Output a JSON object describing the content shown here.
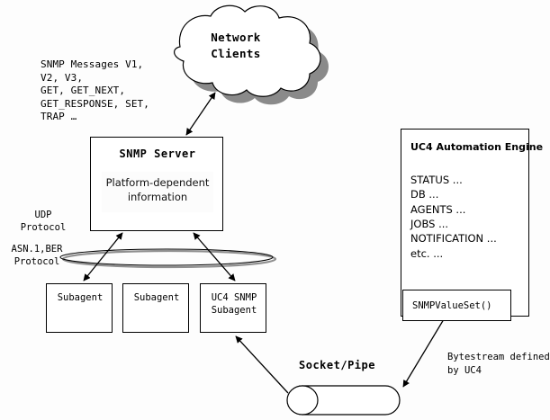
{
  "diagram": {
    "title": "SNMP Server / UC4 Automation Engine architecture",
    "background": "#fdfdfd",
    "stroke": "#000000",
    "shadow": "#7f7f7f"
  },
  "cloud": {
    "name": "network-clients-cloud",
    "label": "Network\nClients"
  },
  "snmp_messages": {
    "name": "snmp-messages-annotation",
    "label": "SNMP Messages V1,\nV2, V3,\nGET, GET_NEXT,\nGET_RESPONSE, SET,\nTRAP …"
  },
  "snmp_server": {
    "name": "snmp-server-box",
    "title": "SNMP Server",
    "inner_label": "Platform-dependent\ninformation"
  },
  "protocols": {
    "udp": "UDP\nProtocol",
    "asn": "ASN.1,BER\nProtocol"
  },
  "bus": {
    "name": "protocol-bus-ellipse",
    "label": ""
  },
  "subagents": [
    {
      "name": "subagent-box-1",
      "label": "Subagent"
    },
    {
      "name": "subagent-box-2",
      "label": "Subagent"
    },
    {
      "name": "subagent-box-3",
      "label": "UC4 SNMP\nSubagent"
    }
  ],
  "engine": {
    "name": "uc4-automation-engine-panel",
    "title": "UC4 Automation Engine",
    "items": "STATUS ...\nDB ...\nAGENTS ...\nJOBS ...\nNOTIFICATION ...\netc. ...",
    "method_box": "SNMPValueSet()"
  },
  "socket": {
    "name": "socket-pipe",
    "label": "Socket/Pipe"
  },
  "bytestream": {
    "name": "bytestream-annotation",
    "label": "Bytestream defined\nby UC4"
  },
  "connections": [
    {
      "name": "arrow-server-to-cloud",
      "kind": "double-headed"
    },
    {
      "name": "arrow-server-to-subagent-1",
      "kind": "double-headed"
    },
    {
      "name": "arrow-server-to-subagent-3",
      "kind": "double-headed"
    },
    {
      "name": "arrow-pipe-to-uc4-subagent",
      "kind": "single-headed"
    },
    {
      "name": "arrow-snmpvalueset-to-pipe",
      "kind": "single-headed"
    }
  ]
}
